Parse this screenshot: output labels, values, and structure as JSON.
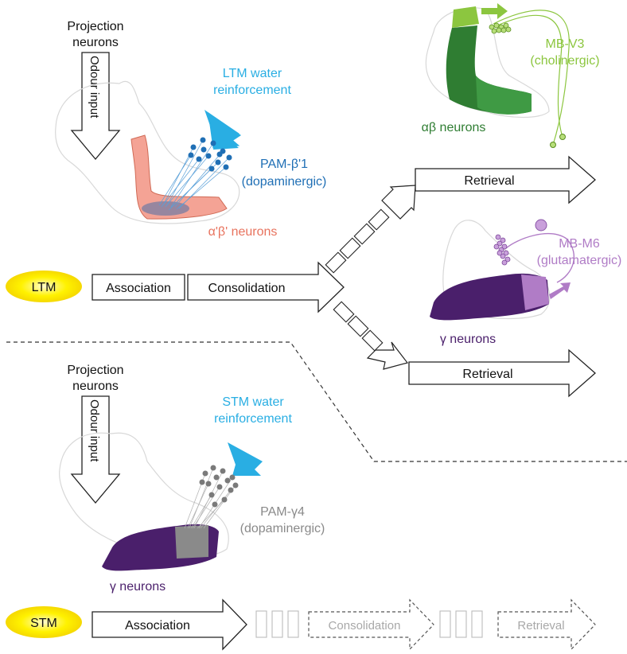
{
  "ltm_section": {
    "projection_neurons": [
      "Projection",
      "neurons"
    ],
    "odour_input": "Odour input",
    "reinforcement": [
      "LTM water",
      "reinforcement"
    ],
    "pam_label": [
      "PAM-β'1",
      "(dopaminergic)"
    ],
    "ab_prime_neurons": "α'β' neurons",
    "ab_neurons": "αβ neurons",
    "mbv3_label": [
      "MB-V3",
      "(cholinergic)"
    ],
    "mbm6_label": [
      "MB-M6",
      "(glutamatergic)"
    ],
    "gamma_neurons": "γ neurons",
    "ltm_badge": "LTM",
    "association": "Association",
    "consolidation": "Consolidation",
    "retrieval_top": "Retrieval",
    "retrieval_bottom": "Retrieval"
  },
  "stm_section": {
    "projection_neurons": [
      "Projection",
      "neurons"
    ],
    "odour_input": "Odour input",
    "reinforcement": [
      "STM water",
      "reinforcement"
    ],
    "pam_label": [
      "PAM-γ4",
      "(dopaminergic)"
    ],
    "gamma_neurons": "γ neurons",
    "stm_badge": "STM",
    "association": "Association",
    "consolidation": "Consolidation",
    "retrieval": "Retrieval"
  },
  "colors": {
    "ltm_reinforcement": "#29aee3",
    "pam_beta": "#1f6fb5",
    "ab_prime": "#f08a74",
    "ab_dark": "#2f7d32",
    "mbv3": "#8cc63f",
    "mbm6": "#b07cc6",
    "gamma": "#4a1f6b",
    "badge_yellow": "#fff200",
    "stm_gray": "#8a8a8a"
  }
}
